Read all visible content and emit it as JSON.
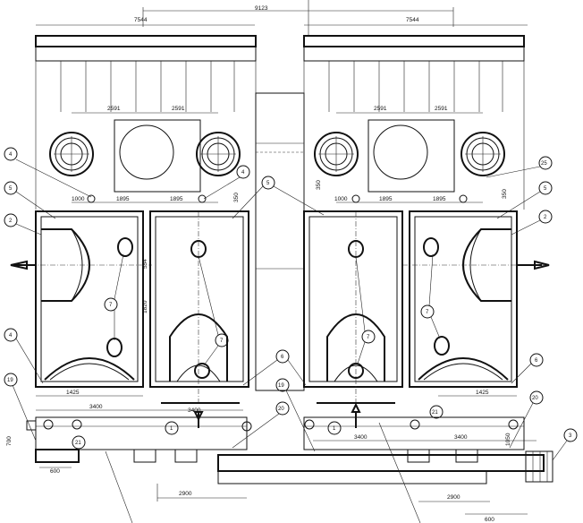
{
  "dimensions": {
    "overall": "9123",
    "unit_width_left": "7544",
    "unit_width_right": "7544",
    "burner_spacing": [
      "2591",
      "2591",
      "2591",
      "2591"
    ],
    "inner_spacing": [
      "1000",
      "1895",
      "1895",
      "1000",
      "1895",
      "1895"
    ],
    "side_offset_left": "1425",
    "side_offset_right": "1425",
    "lower_left": "3400",
    "lower_center": "3400",
    "lower_center2": "3400",
    "lower_right": "3400",
    "height_left": "700",
    "height_right": "1050",
    "base_left": "600",
    "bottom_left": "2900",
    "bottom_right": "2900",
    "bottom_far": "600",
    "vertical_left": "350",
    "vertical_mid": "1820",
    "vertical_small_left": "350",
    "vertical_small_right": "350",
    "door_mark": "554"
  },
  "labels": {
    "c1": "1",
    "c2": "1",
    "c2L": "2",
    "c2R": "2",
    "c3": "3",
    "c4a": "4",
    "c4b": "4",
    "c4c": "4",
    "c5a": "5",
    "c5b": "5",
    "c5c": "5",
    "c6a": "6",
    "c6b": "6",
    "c7a": "7",
    "c7b": "7",
    "c7c": "7",
    "c7d": "7",
    "c19": "19",
    "c19b": "19",
    "c20": "20",
    "c20b": "20",
    "c21": "21",
    "c21b": "21",
    "c25": "25"
  }
}
